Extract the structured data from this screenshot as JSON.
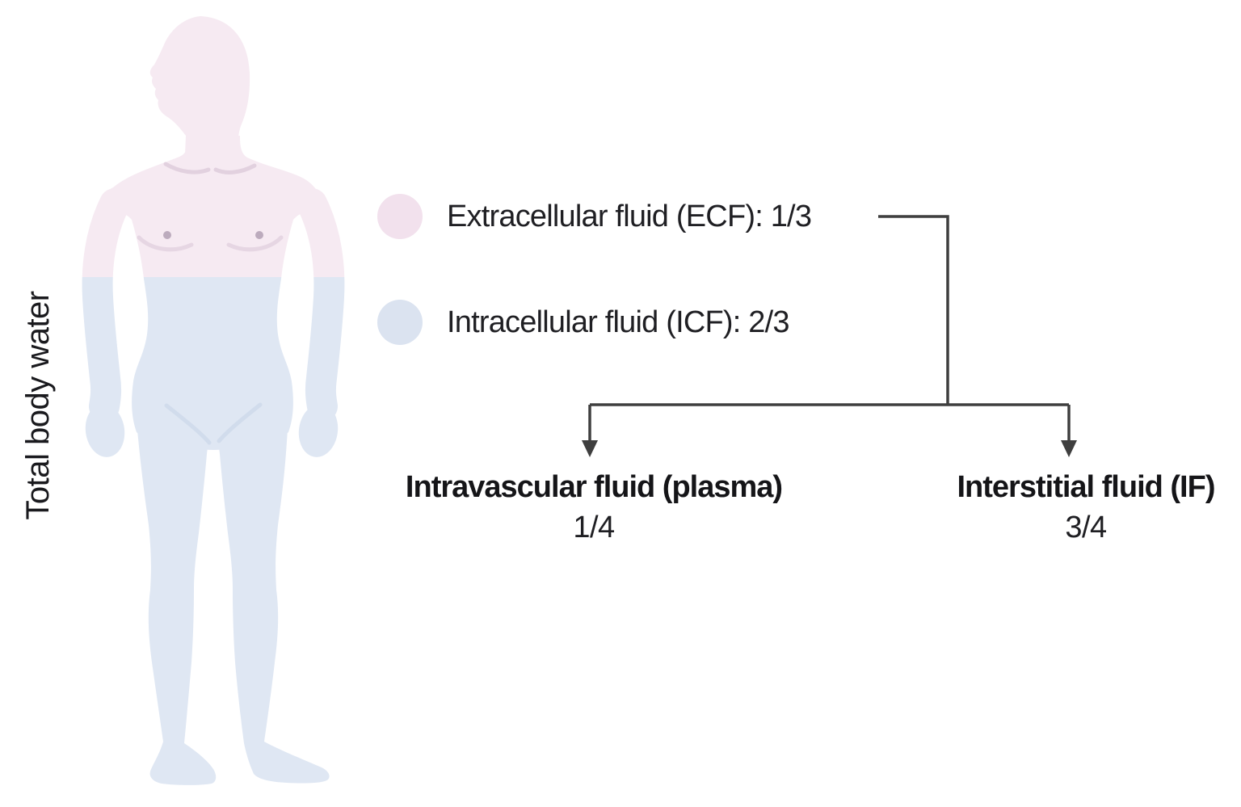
{
  "figure": {
    "axis_label": "Total body water",
    "legend": {
      "ecf": {
        "label": "Extracellular fluid (ECF): 1/3",
        "color": "#f2e1ed"
      },
      "icf": {
        "label": "Intracellular fluid (ICF): 2/3",
        "color": "#dbe3f0"
      }
    },
    "branches": {
      "left": {
        "title": "Intravascular fluid (plasma)",
        "fraction": "1/4"
      },
      "right": {
        "title": "Interstitial fluid (IF)",
        "fraction": "3/4"
      }
    },
    "body_colors": {
      "ecf_pink": "#f6eaf2",
      "icf_blue": "#dfe7f3"
    },
    "line_color": "#3f3f3f",
    "split_y": "343"
  }
}
